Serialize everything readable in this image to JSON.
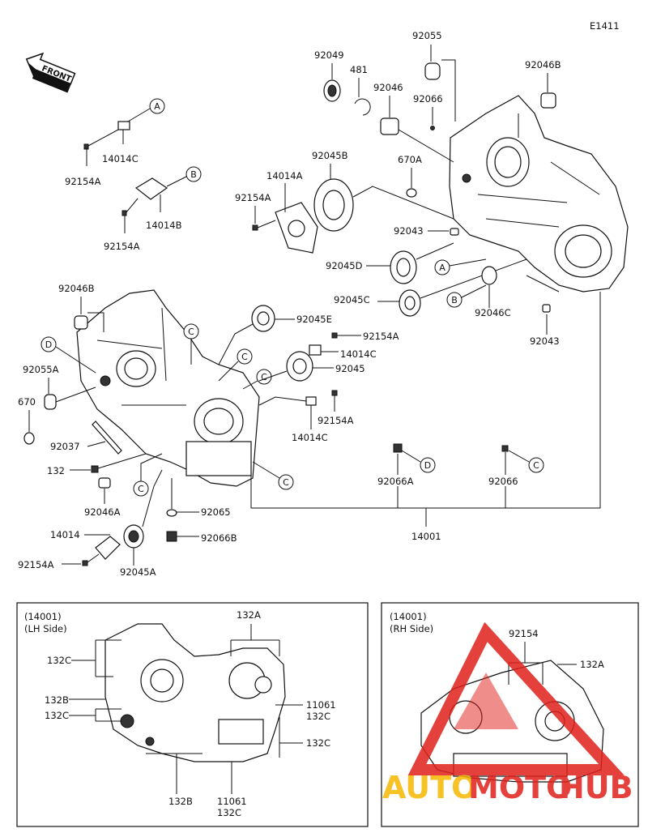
{
  "diagram": {
    "code": "E1411",
    "front_label": "FRONT",
    "callouts": [
      "A",
      "B",
      "C",
      "D"
    ],
    "parts": {
      "p92055": "92055",
      "p92049": "92049",
      "p481": "481",
      "p92046": "92046",
      "p92066": "92066",
      "p92046B": "92046B",
      "p92045B": "92045B",
      "p670A": "670A",
      "p14014A": "14014A",
      "p92154A": "92154A",
      "p14014C": "14014C",
      "p14014B": "14014B",
      "p92043": "92043",
      "p92045D": "92045D",
      "p92045C": "92045C",
      "p92046C": "92046C",
      "p92045E": "92045E",
      "p92045": "92045",
      "p92055A": "92055A",
      "p670": "670",
      "p92037": "92037",
      "p132": "132",
      "p92046A": "92046A",
      "p92065": "92065",
      "p92066B": "92066B",
      "p14014": "14014",
      "p92045A": "92045A",
      "p92066A": "92066A",
      "p14001": "14001",
      "p132A": "132A",
      "p132B": "132B",
      "p132C": "132C",
      "p11061": "11061",
      "p92154": "92154"
    },
    "lh_box": {
      "title_line1": "(14001)",
      "title_line2": "(LH Side)"
    },
    "rh_box": {
      "title_line1": "(14001)",
      "title_line2": "(RH Side)"
    }
  },
  "watermark": {
    "part1": "AUTO",
    "part2": "MOTO",
    "part3": "HUB",
    "color": "#e0201b",
    "yellow": "#f5b800"
  }
}
